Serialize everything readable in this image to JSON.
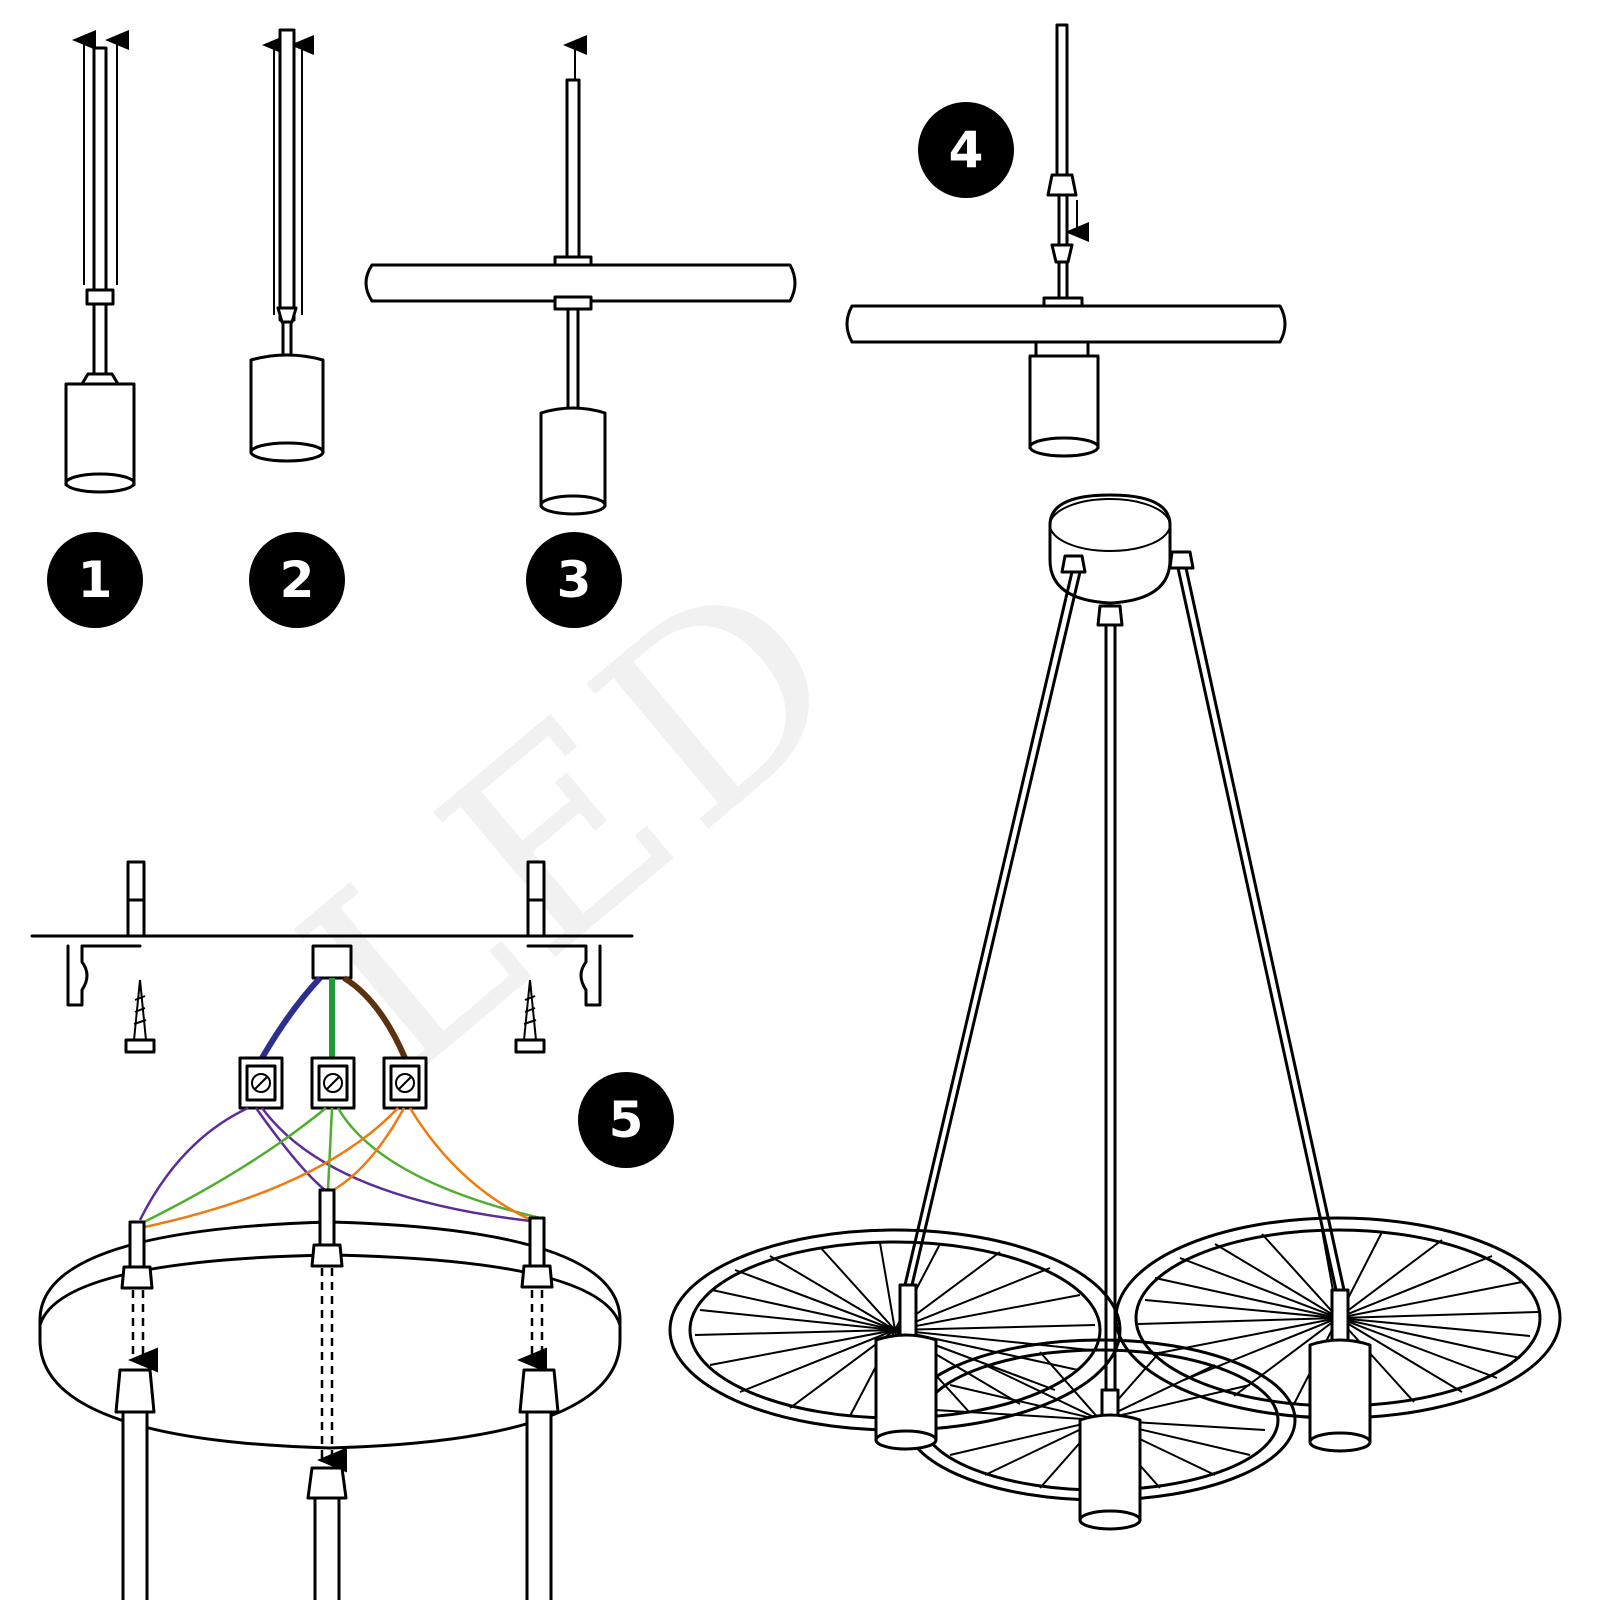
{
  "steps": [
    {
      "number": "1"
    },
    {
      "number": "2"
    },
    {
      "number": "3"
    },
    {
      "number": "4"
    },
    {
      "number": "5"
    }
  ],
  "watermark": "LED",
  "colors": {
    "line": "#000000",
    "wire_blue": "#2b2f8f",
    "wire_green": "#1f9a3a",
    "wire_brown": "#5a3210",
    "wire_purple": "#5b2d9a",
    "wire_green_light": "#4fae2f",
    "wire_orange": "#ef7a12",
    "badge_bg": "#000000",
    "badge_text": "#ffffff"
  }
}
